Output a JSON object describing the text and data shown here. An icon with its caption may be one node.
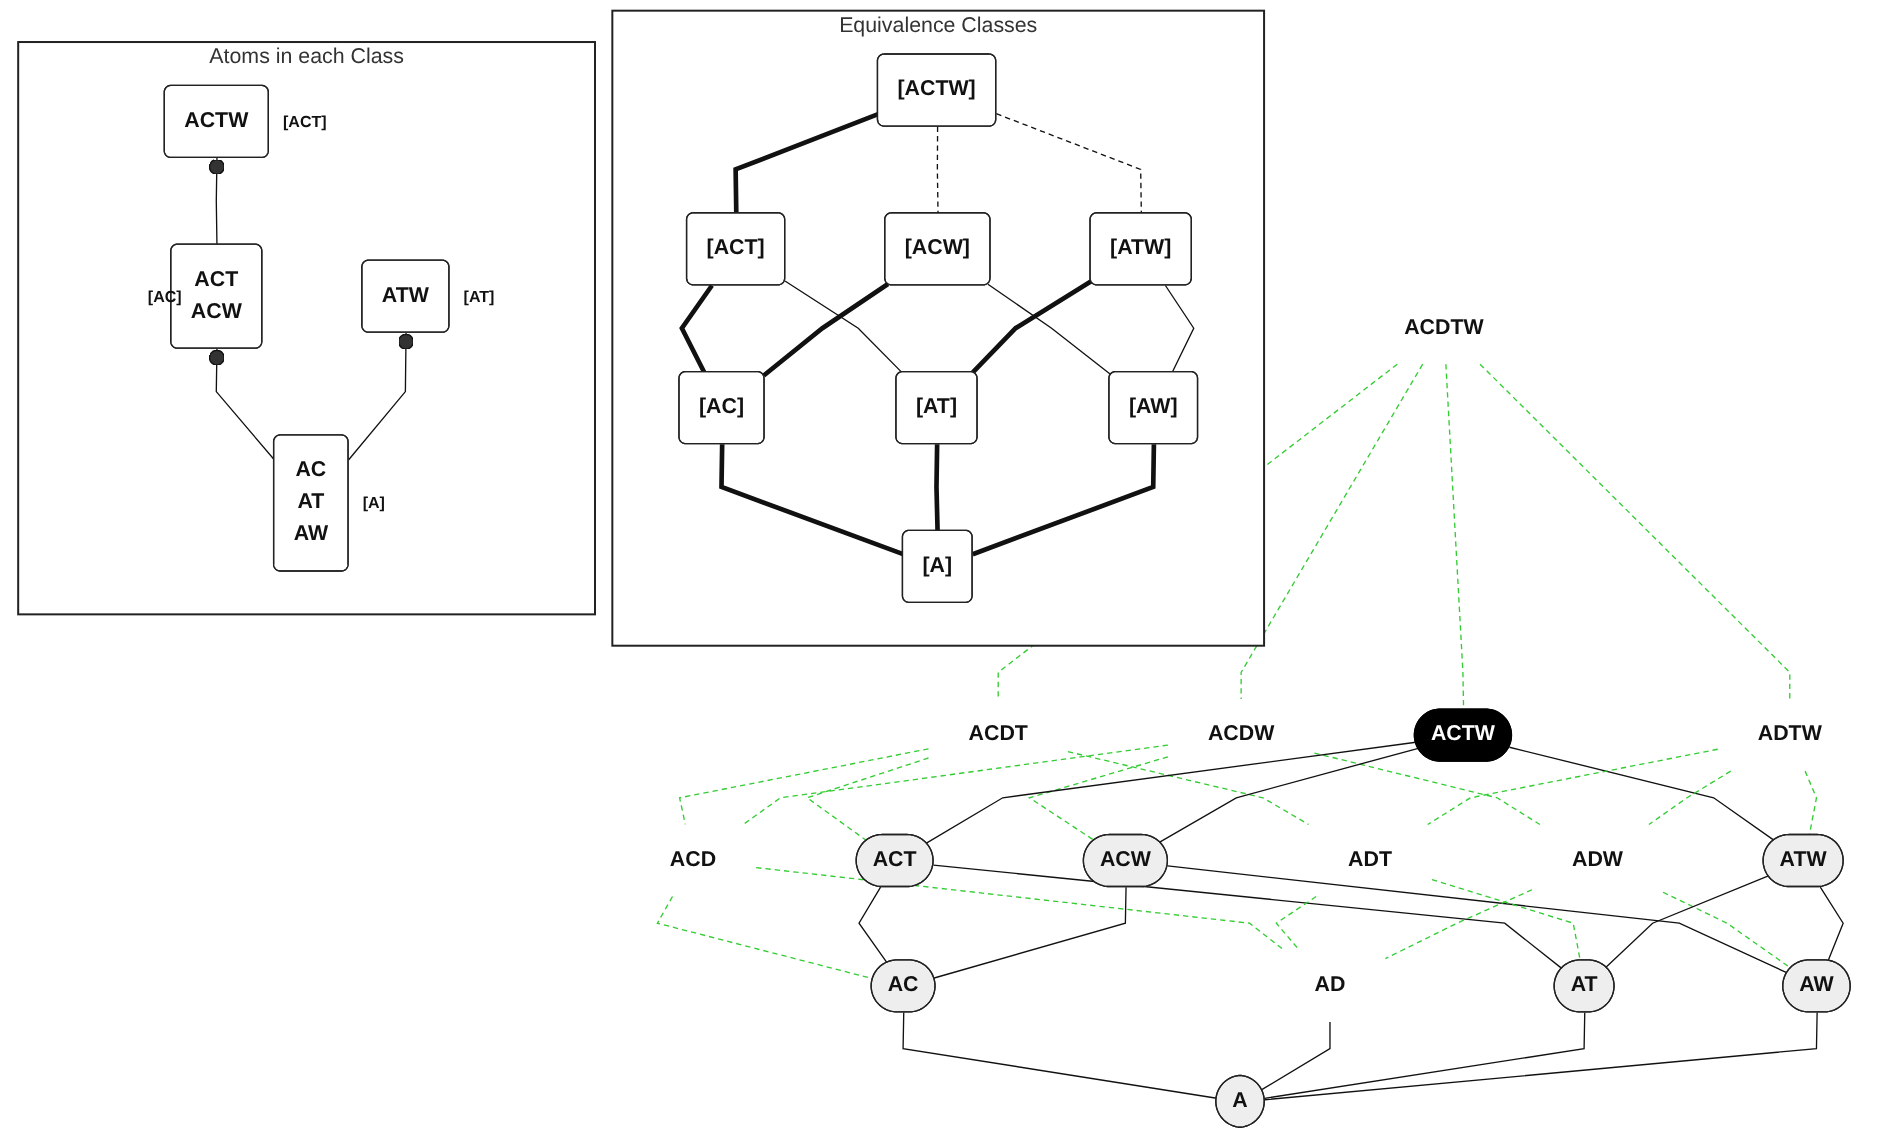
{
  "diagram": {
    "nodes": [
      {
        "text": [
          "ACDTW"
        ]
      },
      {
        "text": [
          "ACDT"
        ]
      },
      {
        "text": [
          "ACDW"
        ]
      },
      {
        "text": [
          "ACTW"
        ]
      },
      {
        "text": [
          "ADTW"
        ]
      },
      {
        "text": [
          "ACD"
        ]
      },
      {
        "text": [
          "ACT"
        ]
      },
      {
        "text": [
          "ACW"
        ]
      },
      {
        "text": [
          "ADT"
        ]
      },
      {
        "text": [
          "ADW"
        ]
      },
      {
        "text": [
          "ATW"
        ]
      },
      {
        "text": [
          "AC"
        ]
      },
      {
        "text": [
          "AD"
        ]
      },
      {
        "text": [
          "AT"
        ]
      },
      {
        "text": [
          "AW"
        ]
      },
      {
        "text": [
          "A"
        ]
      },
      {
        "text": [
          "Equivalence Classes"
        ]
      },
      {
        "text": [
          "[ACTW]"
        ],
        "in": 16
      },
      {
        "text": [
          "[ACT]"
        ],
        "in": 16
      },
      {
        "text": [
          "[ACW]"
        ],
        "in": 16
      },
      {
        "text": [
          "[ATW]"
        ],
        "in": 16
      },
      {
        "text": [
          "[AC]"
        ],
        "in": 16
      },
      {
        "text": [
          "[AT]"
        ],
        "in": 16
      },
      {
        "text": [
          "[AW]"
        ],
        "in": 16
      },
      {
        "text": [
          "[A]"
        ],
        "in": 16
      },
      {
        "text": [
          "Atoms in each Class"
        ]
      },
      {
        "text": [
          "ACTW"
        ],
        "beside": [
          "[ACT]"
        ],
        "in": 25
      },
      {
        "text": [
          "ACT",
          "ACW"
        ],
        "beside": [
          "[AC]"
        ],
        "in": 25
      },
      {
        "text": [
          "ATW"
        ],
        "beside": [
          "[AT]"
        ],
        "in": 25
      },
      {
        "text": [
          "AC",
          "AT",
          "AW"
        ],
        "beside": [
          "[A]"
        ],
        "in": 25
      }
    ],
    "edges": [
      {
        "from": 0,
        "to": 1,
        "arrow": "none",
        "style": "dashed",
        "color": "#33cc33"
      },
      {
        "from": 0,
        "to": 2,
        "arrow": "none",
        "style": "dashed",
        "color": "#33cc33"
      },
      {
        "from": 0,
        "to": 3,
        "arrow": "none",
        "style": "dashed",
        "color": "#33cc33"
      },
      {
        "from": 0,
        "to": 4,
        "arrow": "none",
        "style": "dashed",
        "color": "#33cc33"
      },
      {
        "from": 1,
        "to": 5,
        "arrow": "none",
        "style": "dashed",
        "color": "#33cc33"
      },
      {
        "from": 1,
        "to": 6,
        "arrow": "none",
        "style": "dashed",
        "color": "#33cc33"
      },
      {
        "from": 1,
        "to": 8,
        "arrow": "none",
        "style": "dashed",
        "color": "#33cc33"
      },
      {
        "from": 2,
        "to": 5,
        "arrow": "none",
        "style": "dashed",
        "color": "#33cc33"
      },
      {
        "from": 2,
        "to": 7,
        "arrow": "none",
        "style": "dashed",
        "color": "#33cc33"
      },
      {
        "from": 2,
        "to": 9,
        "arrow": "none",
        "style": "dashed",
        "color": "#33cc33"
      },
      {
        "from": 3,
        "to": 6,
        "arrow": "none"
      },
      {
        "from": 3,
        "to": 7,
        "arrow": "none"
      },
      {
        "from": 3,
        "to": 10,
        "arrow": "none"
      },
      {
        "from": 4,
        "to": 8,
        "arrow": "none",
        "style": "dashed",
        "color": "#33cc33"
      },
      {
        "from": 4,
        "to": 9,
        "arrow": "none",
        "style": "dashed",
        "color": "#33cc33"
      },
      {
        "from": 4,
        "to": 10,
        "arrow": "none",
        "style": "dashed",
        "color": "#33cc33"
      },
      {
        "from": 5,
        "to": 11,
        "arrow": "none",
        "style": "dashed",
        "color": "#33cc33"
      },
      {
        "from": 5,
        "to": 12,
        "arrow": "none",
        "style": "dashed",
        "color": "#33cc33"
      },
      {
        "from": 6,
        "to": 11,
        "arrow": "none"
      },
      {
        "from": 6,
        "to": 13,
        "arrow": "none"
      },
      {
        "from": 7,
        "to": 11,
        "arrow": "none"
      },
      {
        "from": 7,
        "to": 14,
        "arrow": "none"
      },
      {
        "from": 8,
        "to": 12,
        "arrow": "none",
        "style": "dashed",
        "color": "#33cc33"
      },
      {
        "from": 8,
        "to": 13,
        "arrow": "none",
        "style": "dashed",
        "color": "#33cc33"
      },
      {
        "from": 9,
        "to": 12,
        "arrow": "none",
        "style": "dashed",
        "color": "#33cc33"
      },
      {
        "from": 9,
        "to": 14,
        "arrow": "none",
        "style": "dashed",
        "color": "#33cc33"
      },
      {
        "from": 10,
        "to": 13,
        "arrow": "none"
      },
      {
        "from": 10,
        "to": 14,
        "arrow": "none"
      },
      {
        "from": 11,
        "to": 15,
        "arrow": "none"
      },
      {
        "from": 12,
        "to": 15,
        "arrow": "none"
      },
      {
        "from": 13,
        "to": 15,
        "arrow": "none"
      },
      {
        "from": 14,
        "to": 15,
        "arrow": "none"
      },
      {
        "from": 17,
        "to": 18,
        "arrow": "none",
        "style": "thick"
      },
      {
        "from": 17,
        "to": 19,
        "arrow": "none",
        "style": "dashed"
      },
      {
        "from": 17,
        "to": 20,
        "arrow": "none",
        "style": "dashed"
      },
      {
        "from": 18,
        "to": 21,
        "arrow": "none",
        "style": "thick"
      },
      {
        "from": 18,
        "to": 22,
        "arrow": "none"
      },
      {
        "from": 19,
        "to": 21,
        "arrow": "none",
        "style": "thick"
      },
      {
        "from": 19,
        "to": 23,
        "arrow": "none"
      },
      {
        "from": 20,
        "to": 22,
        "arrow": "none",
        "style": "thick"
      },
      {
        "from": 20,
        "to": 23,
        "arrow": "none"
      },
      {
        "from": 21,
        "to": 24,
        "arrow": "none",
        "style": "thick"
      },
      {
        "from": 22,
        "to": 24,
        "arrow": "none",
        "style": "thick"
      },
      {
        "from": 23,
        "to": 24,
        "arrow": "none",
        "style": "thick"
      },
      {
        "from": 27,
        "to": 26,
        "arrow": "other"
      },
      {
        "from": 29,
        "to": 27,
        "arrow": "other"
      },
      {
        "from": 29,
        "to": 28,
        "arrow": "other"
      }
    ]
  }
}
